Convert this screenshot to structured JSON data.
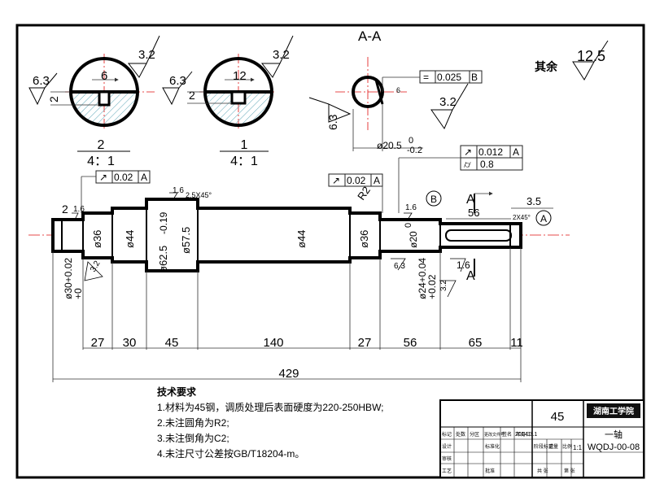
{
  "colors": {
    "outline": "#000000",
    "center_line": "#e01010",
    "dimension": "#303030",
    "hatch": "#60a8b8",
    "tolerance_box": "#202020"
  },
  "sections": {
    "left": {
      "key_width": "6",
      "depth": "2",
      "finish_side": "6.3",
      "finish_top": "3.2",
      "label_num": "2",
      "label_scale": "4：1"
    },
    "right": {
      "key_width": "12",
      "depth": "2",
      "finish_side": "6.3",
      "finish_top": "3.2",
      "label_num": "1",
      "label_scale": "4：1"
    }
  },
  "section_aa": {
    "title": "A-A",
    "symbol_tol": "=",
    "tol_value": "0.025",
    "datum": "B",
    "finish_top": "3.2",
    "finish_side": "6.3",
    "diameter_text": "ø20.5",
    "diameter_tol_upper": "0",
    "diameter_tol_lower": "-0.2",
    "depth_label": "6"
  },
  "general_finish": {
    "label": "其余",
    "value": "12.5"
  },
  "shaft": {
    "runout_left": {
      "value": "0.02",
      "datum": "A"
    },
    "runout_right": {
      "value": "0.02",
      "datum": "A"
    },
    "top_right_box": {
      "row1_value": "0.012",
      "row1_datum": "A",
      "row2_value": "0.8"
    },
    "diameters": {
      "d30": "ø30+0.02",
      "d30_lower": "+0",
      "d36a": "ø36",
      "d44a": "ø44",
      "d62": "ø62.5",
      "d62_tol": "-0.19",
      "d57": "ø57.5",
      "d44b": "ø44",
      "d36b": "ø36",
      "d24": "ø24+0.04",
      "d24_lower": "+0.02",
      "d20": "ø20",
      "d20_tol": "0"
    },
    "callouts": {
      "chamfer": "2",
      "fin16a": "1.6",
      "fin32a": "3.2",
      "fin16b": "1.6",
      "angle": "2.5X45°",
      "r2": "R2",
      "fin16c": "1.6",
      "datum_b": "B",
      "fin63": "6.3",
      "sec_a": "A",
      "len56": "56",
      "len35": "3.5",
      "chamfer_end": "2X45°",
      "datum_a": "A",
      "fin16d": "1.6",
      "fin32b": "3.2"
    },
    "lengths": [
      "27",
      "30",
      "45",
      "140",
      "27",
      "56",
      "65",
      "11"
    ],
    "total_length": "429"
  },
  "technical_requirements": {
    "heading": "技术要求",
    "items": [
      "1.材料为45钢，调质处理后表面硬度为220-250HBW;",
      "2.未注圆角为R2;",
      "3.未注倒角为C2;",
      "4.未注尺寸公差按GB/T18204-m。"
    ]
  },
  "title_block": {
    "material": "45",
    "school": "湖南工学院",
    "part_name": "一轴",
    "drawing_no": "WQDJ-00-08",
    "scale": "1:1",
    "date": "2014.3.1",
    "headers": [
      "标记",
      "处数",
      "分区",
      "更改文件号",
      "签名",
      "年月日"
    ],
    "roles": [
      "设计",
      "审核",
      "工艺",
      "标准化",
      "批准"
    ],
    "misc": [
      "阶段标记",
      "重量",
      "比例",
      "共 张",
      "第 张"
    ]
  }
}
